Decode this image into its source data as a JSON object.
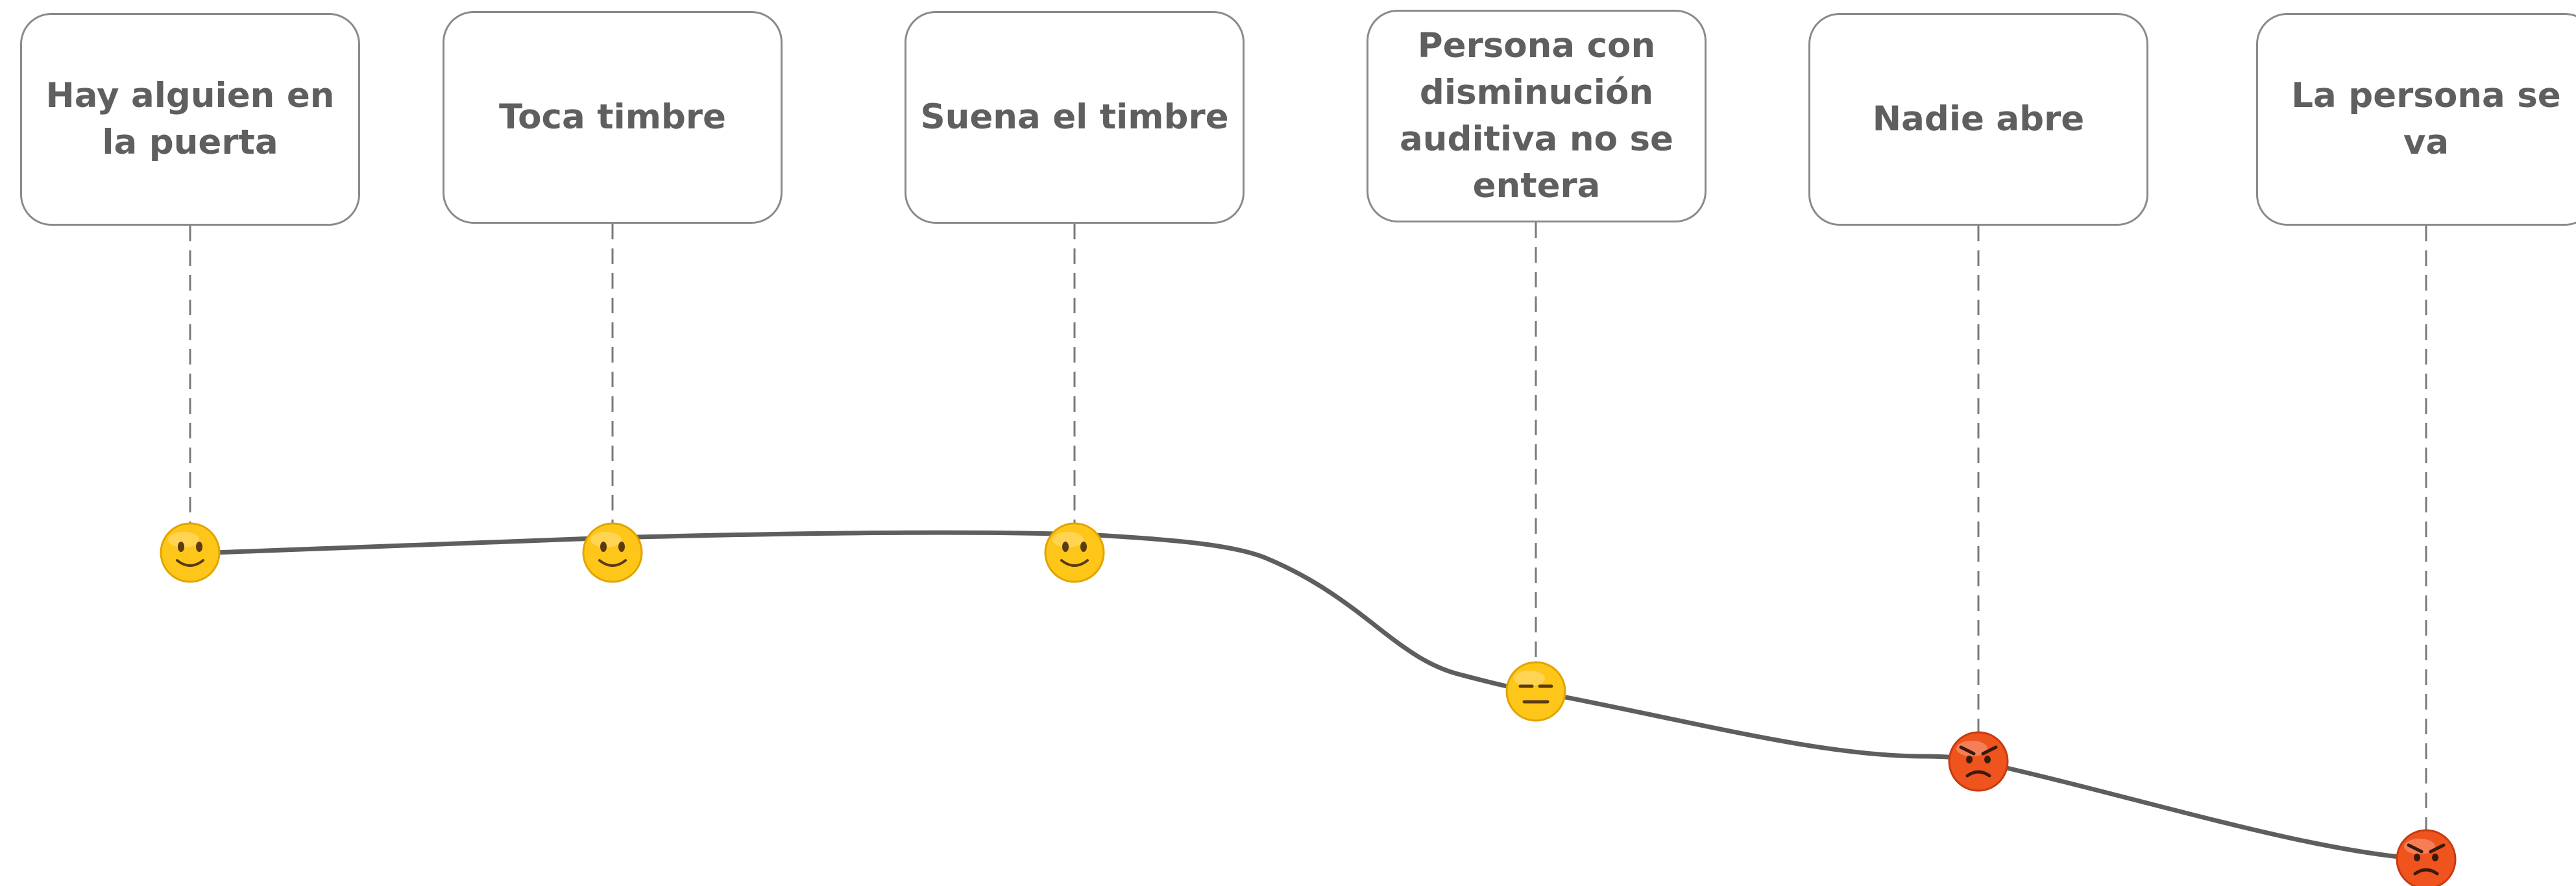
{
  "steps": [
    {
      "label": "Hay alguien en la puerta",
      "emotion": "slightly-smiling-face-icon"
    },
    {
      "label": "Toca timbre",
      "emotion": "slightly-smiling-face-icon"
    },
    {
      "label": "Suena el timbre",
      "emotion": "slightly-smiling-face-icon"
    },
    {
      "label": "Persona con disminución auditiva no se entera",
      "emotion": "expressionless-face-icon"
    },
    {
      "label": "Nadie abre",
      "emotion": "angry-face-icon"
    },
    {
      "label": "La persona se va",
      "emotion": "angry-face-icon"
    }
  ],
  "colors": {
    "card_border": "#8a8a8a",
    "label_text": "#5f5f5f",
    "connector": "#7a7a7a",
    "emotion_curve": "#5e5e5e",
    "emoji_happy": "#ffc61a",
    "emoji_angry": "#f0541e"
  }
}
